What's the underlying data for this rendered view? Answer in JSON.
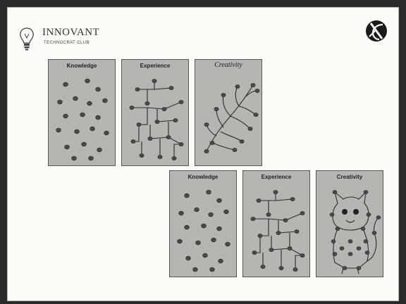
{
  "slide": {
    "brand": {
      "name": "INNOVANT",
      "subtitle": "TECHNOCRAT CLUB"
    },
    "rows": [
      {
        "panels": [
          {
            "title": "Knowledge",
            "type": "knowledge",
            "style": "bold"
          },
          {
            "title": "Experience",
            "type": "experience",
            "style": "bold"
          },
          {
            "title": "Creativity",
            "type": "creativity",
            "style": "script"
          }
        ]
      },
      {
        "panels": [
          {
            "title": "Knowledge",
            "type": "knowledge",
            "style": "bold"
          },
          {
            "title": "Experience",
            "type": "experience",
            "style": "bold"
          },
          {
            "title": "Creativity",
            "type": "creativity-cat",
            "style": "bold"
          }
        ]
      }
    ]
  }
}
